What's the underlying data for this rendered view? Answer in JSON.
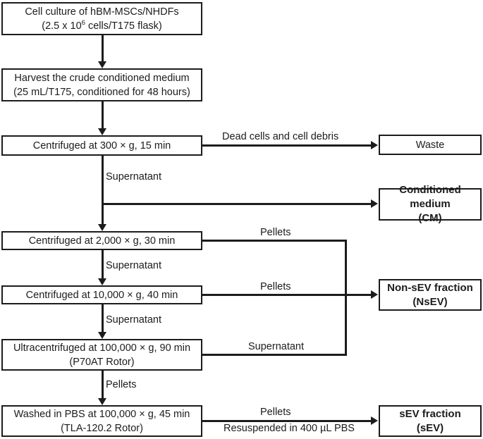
{
  "diagram": {
    "colors": {
      "line": "#1c1c1c",
      "background": "#ffffff"
    },
    "process_boxes": [
      {
        "id": "cell-culture",
        "line1": "Cell culture of hBM-MSCs/NHDFs",
        "line2_pre": "(2.5 x 10",
        "line2_sup": "6",
        "line2_post": " cells/T175 flask)"
      },
      {
        "id": "harvest",
        "line1": "Harvest the crude conditioned medium",
        "line2": "(25 mL/T175, conditioned for 48 hours)"
      },
      {
        "id": "centrifuge-300",
        "line1": "Centrifuged at 300 × g, 15 min"
      },
      {
        "id": "centrifuge-2000",
        "line1": "Centrifuged at 2,000 × g, 30 min"
      },
      {
        "id": "centrifuge-10000",
        "line1": "Centrifuged at 10,000 × g, 40 min"
      },
      {
        "id": "ultracentrifuge",
        "line1": "Ultracentrifuged at 100,000 × g, 90 min",
        "line2": "(P70AT Rotor)"
      },
      {
        "id": "wash",
        "line1": "Washed in PBS at 100,000 × g, 45 min",
        "line2": "(TLA-120.2 Rotor)"
      }
    ],
    "output_boxes": [
      {
        "id": "waste",
        "line1": "Waste"
      },
      {
        "id": "conditioned-medium",
        "line1": "Conditioned medium",
        "line2": "(CM)"
      },
      {
        "id": "non-sev-fraction",
        "line1": "Non-sEV fraction",
        "line2": "(NsEV)"
      },
      {
        "id": "sev-fraction",
        "line1": "sEV fraction",
        "line2": "(sEV)"
      }
    ],
    "edge_labels": {
      "dead_cells": "Dead cells and cell debris",
      "supernatant1": "Supernatant",
      "pellets1": "Pellets",
      "supernatant2": "Supernatant",
      "pellets2": "Pellets",
      "supernatant3": "Supernatant",
      "supernatant_uc": "Supernatant",
      "pellets3": "Pellets",
      "pellets4": "Pellets",
      "resuspended": "Resuspended in 400 µL PBS"
    }
  }
}
